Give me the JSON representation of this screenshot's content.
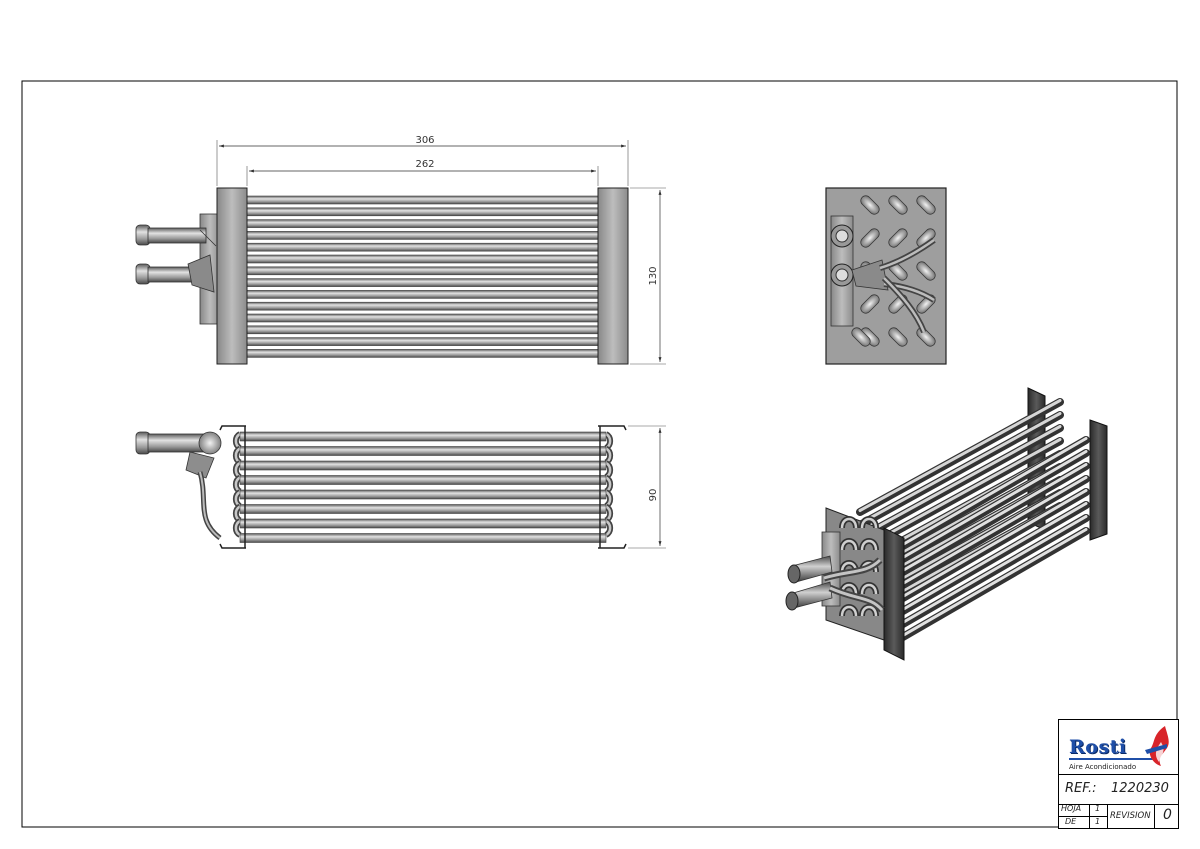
{
  "dimensions": {
    "overall_length": "306",
    "core_length": "262",
    "height": "130",
    "depth": "90"
  },
  "title_block": {
    "logo_text": "Rosti",
    "logo_subtitle": "Aire Acondicionado",
    "ref_label": "REF.:",
    "ref_value": "1220230",
    "hoja_label": "HOJA",
    "hoja_value": "1",
    "de_label": "DE",
    "de_value": "1",
    "revision_label": "REVISION",
    "revision_value": "0"
  },
  "colors": {
    "brand_blue": "#1f4fa8",
    "brand_red": "#d8242a",
    "tube_dark": "#555555",
    "tube_light": "#dcdcdc",
    "plate": "#a8a8a8"
  }
}
